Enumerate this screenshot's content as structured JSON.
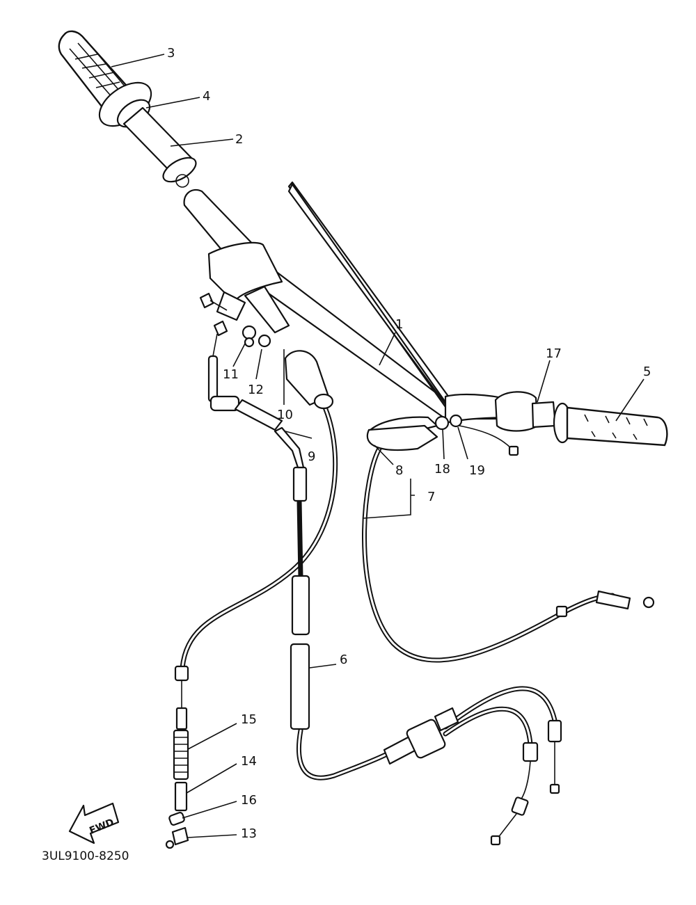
{
  "diagram": {
    "code": "3UL9100-8250",
    "fwd_label": "FWD",
    "callouts": [
      {
        "id": "p1",
        "label": "1"
      },
      {
        "id": "p2",
        "label": "2"
      },
      {
        "id": "p3",
        "label": "3"
      },
      {
        "id": "p4",
        "label": "4"
      },
      {
        "id": "p5",
        "label": "5"
      },
      {
        "id": "p6",
        "label": "6"
      },
      {
        "id": "p7",
        "label": "7"
      },
      {
        "id": "p8",
        "label": "8"
      },
      {
        "id": "p9",
        "label": "9"
      },
      {
        "id": "p10",
        "label": "10"
      },
      {
        "id": "p11",
        "label": "11"
      },
      {
        "id": "p12",
        "label": "12"
      },
      {
        "id": "p13",
        "label": "13"
      },
      {
        "id": "p14",
        "label": "14"
      },
      {
        "id": "p15",
        "label": "15"
      },
      {
        "id": "p16",
        "label": "16"
      },
      {
        "id": "p17",
        "label": "17"
      },
      {
        "id": "p18",
        "label": "18"
      },
      {
        "id": "p19",
        "label": "19"
      }
    ]
  }
}
